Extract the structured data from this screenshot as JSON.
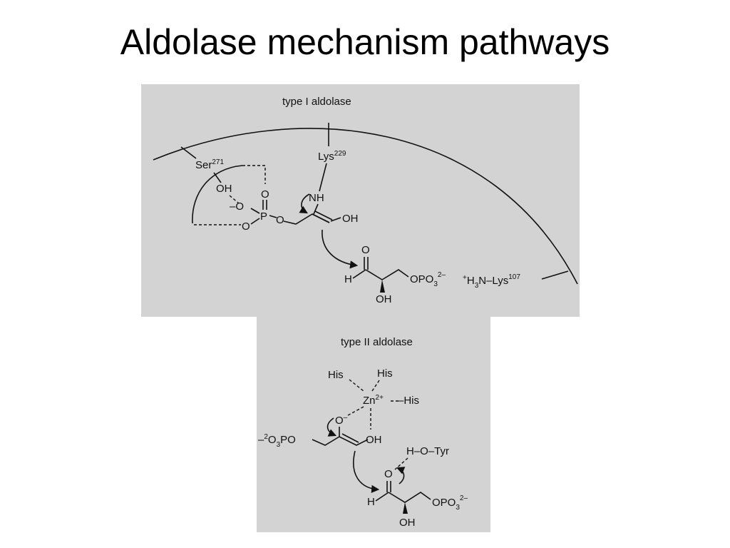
{
  "title": "Aldolase mechanism pathways",
  "colors": {
    "panel": "#d3d3d3",
    "ink": "#111111",
    "background": "#ffffff"
  },
  "panel_type1": {
    "label": "type I aldolase",
    "ser": "Ser",
    "ser_num": "271",
    "lys": "Lys",
    "lys_num": "229",
    "oh": "OH",
    "o_minus": "–O",
    "o_p": "O",
    "p": "P",
    "o_double": "O",
    "o_link": "O",
    "nh": "NH",
    "oh_enol": "OH",
    "o_carbonyl": "O",
    "h_ald": "H",
    "oh_bottom": "OH",
    "opo3": "OPO",
    "opo3_sub": "3",
    "opo3_sup": "2–",
    "h3n_plus": "+",
    "h3n_h": "H",
    "h3n_sub": "3",
    "h3n_rest": "N–Lys",
    "lys107_num": "107"
  },
  "panel_type2": {
    "label": "type II aldolase",
    "his1": "His",
    "his2": "His",
    "his3": "–His",
    "zn": "Zn",
    "zn_charge": "2+",
    "o_minus": "O",
    "o_minus_sup": "–",
    "oh_enol": "OH",
    "po3_prefix": "–",
    "po3_sup": "2",
    "po3_o": "O",
    "po3_sub": "3",
    "po3_rest": "PO",
    "htyr": "H–O–Tyr",
    "o_carbonyl": "O",
    "h_ald": "H",
    "oh_bottom": "OH",
    "opo3": "OPO",
    "opo3_sub": "3",
    "opo3_sup": "2–"
  }
}
